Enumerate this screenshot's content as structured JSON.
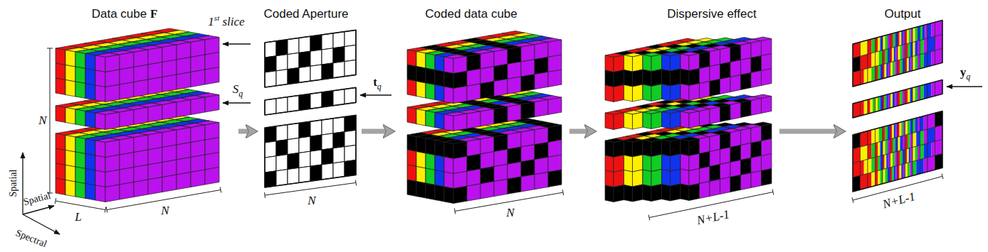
{
  "diagram": {
    "nodes": [
      {
        "text": [
          "Data cube F"
        ]
      },
      {
        "text": [
          "Coded Aperture"
        ]
      },
      {
        "text": [
          "Coded data cube"
        ]
      },
      {
        "text": [
          "Dispersive effect"
        ]
      },
      {
        "text": [
          "Output"
        ]
      }
    ],
    "edges": [
      {
        "from": 0,
        "to": 1,
        "arrow": "to"
      },
      {
        "from": 1,
        "to": 2,
        "arrow": "to"
      },
      {
        "from": 2,
        "to": 3,
        "arrow": "to"
      },
      {
        "from": 3,
        "to": 4,
        "arrow": "to"
      }
    ],
    "labels": [
      "1st slice",
      "Sq",
      "N",
      "L",
      "N",
      "Spatial",
      "Spatial",
      "Spectral",
      "tq",
      "N",
      "N",
      "N+L-1",
      "yq",
      "N+L-1"
    ]
  }
}
